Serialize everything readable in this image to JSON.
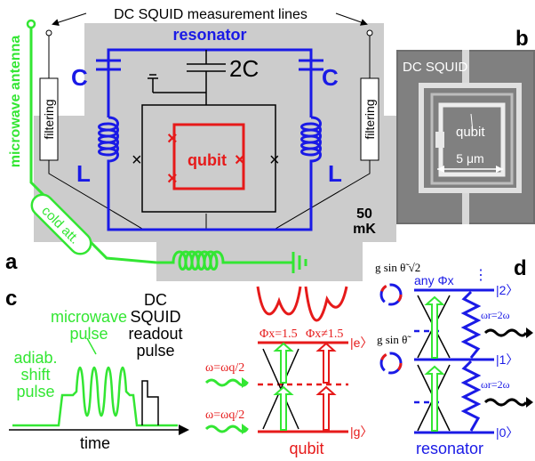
{
  "colors": {
    "blue": "#1a1ae6",
    "red": "#e61a1a",
    "green": "#33e633",
    "gray": "#cccccc",
    "black": "#000000"
  },
  "panel_a": {
    "letter": "a",
    "top_label": "DC SQUID measurement lines",
    "resonator_label": "resonator",
    "capacitor_left": "C",
    "capacitor_right": "C",
    "capacitor_center": "2C",
    "inductor_left": "L",
    "inductor_right": "L",
    "qubit_label": "qubit",
    "antenna_label": "microwave antenna",
    "filter_left": "filtering",
    "filter_right": "filtering",
    "attenuator_label": "cold att.",
    "temperature_value": "50",
    "temperature_unit": "mK"
  },
  "panel_b": {
    "letter": "b",
    "squid_label": "DC SQUID",
    "qubit_label": "qubit",
    "scale_label": "5 μm"
  },
  "panel_c": {
    "letter": "c",
    "microwave_label": [
      "microwave",
      "pulse"
    ],
    "readout_label": [
      "DC",
      "SQUID",
      "readout",
      "pulse"
    ],
    "shift_label": [
      "adiab.",
      "shift",
      "pulse"
    ],
    "time_label": "time"
  },
  "panel_levels": {
    "flux_left": "Φx=1.5",
    "flux_right": "Φx≠1.5",
    "drive_upper": "ω=ωq/2",
    "drive_lower": "ω=ωq/2",
    "state_e": "|e〉",
    "state_g": "|g〉",
    "qubit_label": "qubit"
  },
  "panel_d": {
    "letter": "d",
    "coupling_upper": "g sin θ̃ √2",
    "coupling_lower": "g sin θ̃",
    "any_flux": "any Φx",
    "dots": "⋮",
    "state_2": "|2〉",
    "state_1": "|1〉",
    "state_0": "|0〉",
    "freq_upper": "ωr=2ω",
    "freq_lower": "ωr=2ω",
    "resonator_label": "resonator"
  }
}
